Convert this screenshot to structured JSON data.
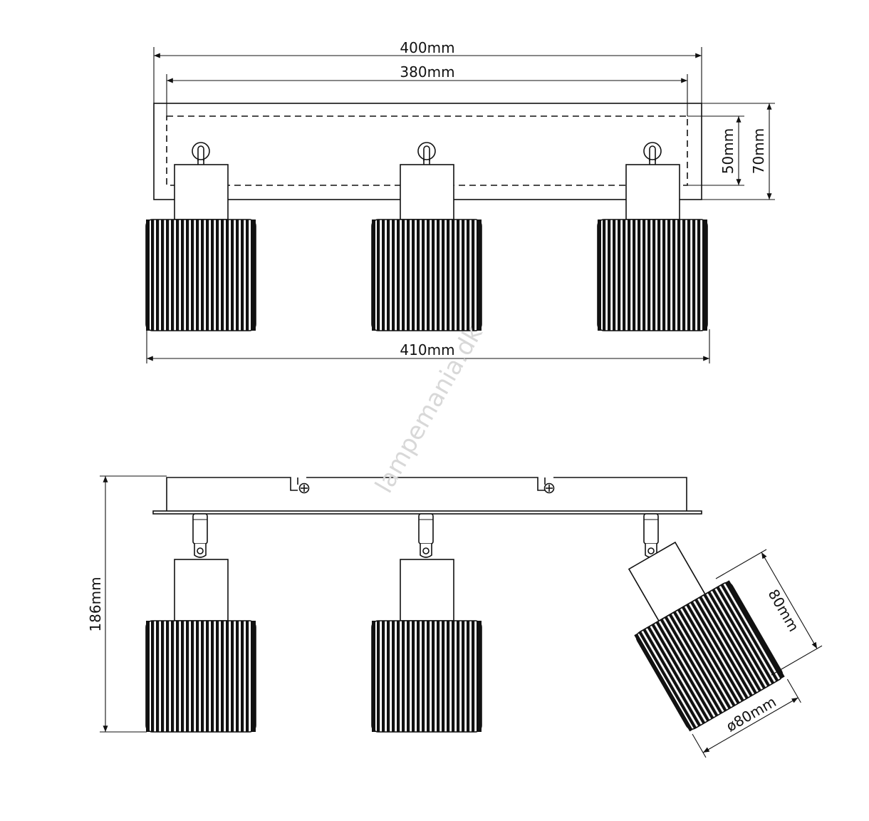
{
  "top_view": {
    "dims": {
      "overall_width": "400mm",
      "inner_width": "380mm",
      "span_width": "410mm",
      "inner_height": "50mm",
      "overall_height": "70mm"
    }
  },
  "side_view": {
    "dims": {
      "total_height": "186mm",
      "shade_length": "80mm",
      "shade_diameter": "ø80mm"
    }
  },
  "watermark": "lampemania.dk"
}
